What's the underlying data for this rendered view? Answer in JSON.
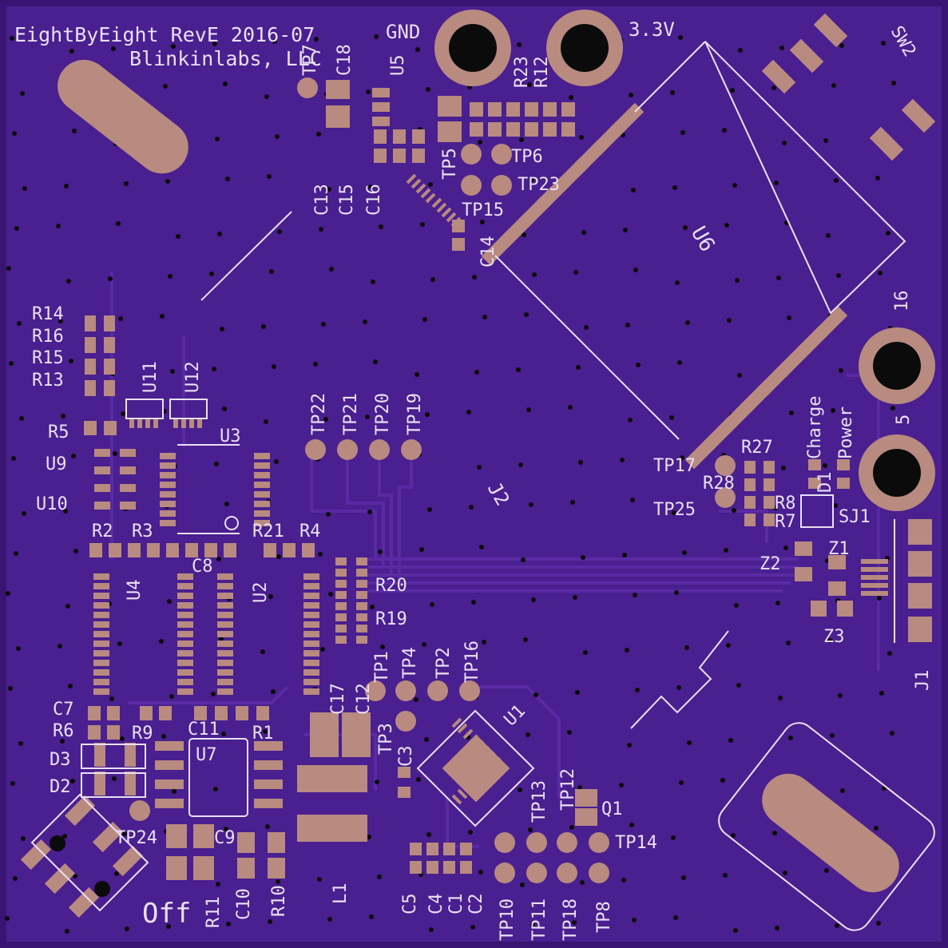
{
  "board": {
    "title_line1": "EightByEight RevE 2016-07",
    "title_line2": "Blinkinlabs, LLC",
    "off_label": "Off",
    "u6_pin_label": "16",
    "colors": {
      "board": "#4a1f8f",
      "board_edge": "#3a1472",
      "copper": "#5a2aa3",
      "pad": "#b88a80",
      "silk": "#e9e0f4",
      "hole": "#0b0b0b"
    }
  },
  "power_pads": [
    {
      "id": "gnd",
      "label": "GND"
    },
    {
      "id": "v33",
      "label": "3.3V"
    },
    {
      "id": "p16",
      "label": ""
    },
    {
      "id": "p5",
      "label": "5"
    }
  ],
  "labels": [
    {
      "id": "u6",
      "text": "U6"
    },
    {
      "id": "sw2",
      "text": "SW2"
    },
    {
      "id": "j2",
      "text": "J2"
    },
    {
      "id": "j1",
      "text": "J1"
    },
    {
      "id": "u1",
      "text": "U1"
    },
    {
      "id": "u2",
      "text": "U2"
    },
    {
      "id": "u3",
      "text": "U3"
    },
    {
      "id": "u4",
      "text": "U4"
    },
    {
      "id": "u5",
      "text": "U5"
    },
    {
      "id": "u7",
      "text": "U7"
    },
    {
      "id": "u9",
      "text": "U9"
    },
    {
      "id": "u10",
      "text": "U10"
    },
    {
      "id": "u11",
      "text": "U11"
    },
    {
      "id": "u12",
      "text": "U12"
    },
    {
      "id": "r1",
      "text": "R1"
    },
    {
      "id": "r2",
      "text": "R2"
    },
    {
      "id": "r3",
      "text": "R3"
    },
    {
      "id": "r4",
      "text": "R4"
    },
    {
      "id": "r5",
      "text": "R5"
    },
    {
      "id": "r6",
      "text": "R6"
    },
    {
      "id": "r7",
      "text": "R7"
    },
    {
      "id": "r8",
      "text": "R8"
    },
    {
      "id": "r9",
      "text": "R9"
    },
    {
      "id": "r10",
      "text": "R10"
    },
    {
      "id": "r11",
      "text": "R11"
    },
    {
      "id": "r12",
      "text": "R12"
    },
    {
      "id": "r13",
      "text": "R13"
    },
    {
      "id": "r14",
      "text": "R14"
    },
    {
      "id": "r15",
      "text": "R15"
    },
    {
      "id": "r16",
      "text": "R16"
    },
    {
      "id": "r19",
      "text": "R19"
    },
    {
      "id": "r20",
      "text": "R20"
    },
    {
      "id": "r21",
      "text": "R21"
    },
    {
      "id": "r23",
      "text": "R23"
    },
    {
      "id": "r27",
      "text": "R27"
    },
    {
      "id": "r28",
      "text": "R28"
    },
    {
      "id": "c1",
      "text": "C1"
    },
    {
      "id": "c2",
      "text": "C2"
    },
    {
      "id": "c3",
      "text": "C3"
    },
    {
      "id": "c4",
      "text": "C4"
    },
    {
      "id": "c5",
      "text": "C5"
    },
    {
      "id": "c7",
      "text": "C7"
    },
    {
      "id": "c8",
      "text": "C8"
    },
    {
      "id": "c9",
      "text": "C9"
    },
    {
      "id": "c10",
      "text": "C10"
    },
    {
      "id": "c11",
      "text": "C11"
    },
    {
      "id": "c12",
      "text": "C12"
    },
    {
      "id": "c13",
      "text": "C13"
    },
    {
      "id": "c14",
      "text": "C14"
    },
    {
      "id": "c15",
      "text": "C15"
    },
    {
      "id": "c16",
      "text": "C16"
    },
    {
      "id": "c17",
      "text": "C17"
    },
    {
      "id": "c18",
      "text": "C18"
    },
    {
      "id": "d1",
      "text": "D1"
    },
    {
      "id": "d2",
      "text": "D2"
    },
    {
      "id": "d3",
      "text": "D3"
    },
    {
      "id": "l1",
      "text": "L1"
    },
    {
      "id": "q1",
      "text": "Q1"
    },
    {
      "id": "z1",
      "text": "Z1"
    },
    {
      "id": "z2",
      "text": "Z2"
    },
    {
      "id": "z3",
      "text": "Z3"
    },
    {
      "id": "sj1",
      "text": "SJ1"
    },
    {
      "id": "charge",
      "text": "Charge"
    },
    {
      "id": "power",
      "text": "Power"
    },
    {
      "id": "tp1",
      "text": "TP1"
    },
    {
      "id": "tp2",
      "text": "TP2"
    },
    {
      "id": "tp3",
      "text": "TP3"
    },
    {
      "id": "tp4",
      "text": "TP4"
    },
    {
      "id": "tp5",
      "text": "TP5"
    },
    {
      "id": "tp6",
      "text": "TP6"
    },
    {
      "id": "tp7",
      "text": "TP7"
    },
    {
      "id": "tp8",
      "text": "TP8"
    },
    {
      "id": "tp10",
      "text": "TP10"
    },
    {
      "id": "tp11",
      "text": "TP11"
    },
    {
      "id": "tp12",
      "text": "TP12"
    },
    {
      "id": "tp13",
      "text": "TP13"
    },
    {
      "id": "tp14",
      "text": "TP14"
    },
    {
      "id": "tp15",
      "text": "TP15"
    },
    {
      "id": "tp16",
      "text": "TP16"
    },
    {
      "id": "tp17",
      "text": "TP17"
    },
    {
      "id": "tp18",
      "text": "TP18"
    },
    {
      "id": "tp19",
      "text": "TP19"
    },
    {
      "id": "tp20",
      "text": "TP20"
    },
    {
      "id": "tp21",
      "text": "TP21"
    },
    {
      "id": "tp22",
      "text": "TP22"
    },
    {
      "id": "tp23",
      "text": "TP23"
    },
    {
      "id": "tp24",
      "text": "TP24"
    },
    {
      "id": "tp25",
      "text": "TP25"
    }
  ]
}
